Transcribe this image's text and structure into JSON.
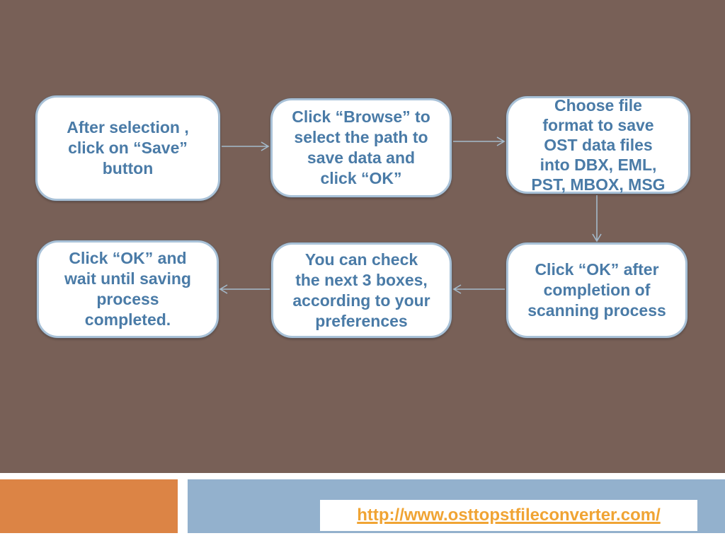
{
  "slide": {
    "background_color": "#786057",
    "box_fill_color": "#ffffff",
    "box_border_color": "#a9c2d8",
    "box_text_color": "#4a7ba7",
    "arrow_color": "#a4bacb",
    "orange_block_color": "#dc8445",
    "footer_bar_color": "#93b1cd",
    "url_text_color": "#f0a434"
  },
  "flowchart": {
    "boxes": [
      {
        "id": "step-1",
        "text": "After selection ,\nclick on “Save”\nbutton"
      },
      {
        "id": "step-2",
        "text": "Click “Browse” to\nselect the path to\nsave data and\nclick “OK”"
      },
      {
        "id": "step-3",
        "text": "Choose file\nformat to save\nOST data files\ninto DBX, EML,\nPST, MBOX, MSG"
      },
      {
        "id": "step-4",
        "text": "Click “OK” after\ncompletion of\nscanning process"
      },
      {
        "id": "step-5",
        "text": "You can check\nthe next 3 boxes,\naccording to your\npreferences"
      },
      {
        "id": "step-6",
        "text": "Click “OK” and\nwait until saving\nprocess\ncompleted."
      }
    ],
    "arrows": [
      {
        "name": "arrow-step1-to-step2",
        "direction": "right"
      },
      {
        "name": "arrow-step2-to-step3",
        "direction": "right"
      },
      {
        "name": "arrow-step3-to-step4",
        "direction": "down"
      },
      {
        "name": "arrow-step4-to-step5",
        "direction": "left"
      },
      {
        "name": "arrow-step5-to-step6",
        "direction": "left"
      }
    ]
  },
  "footer": {
    "url": "http://www.osttopstfileconverter.com/"
  }
}
